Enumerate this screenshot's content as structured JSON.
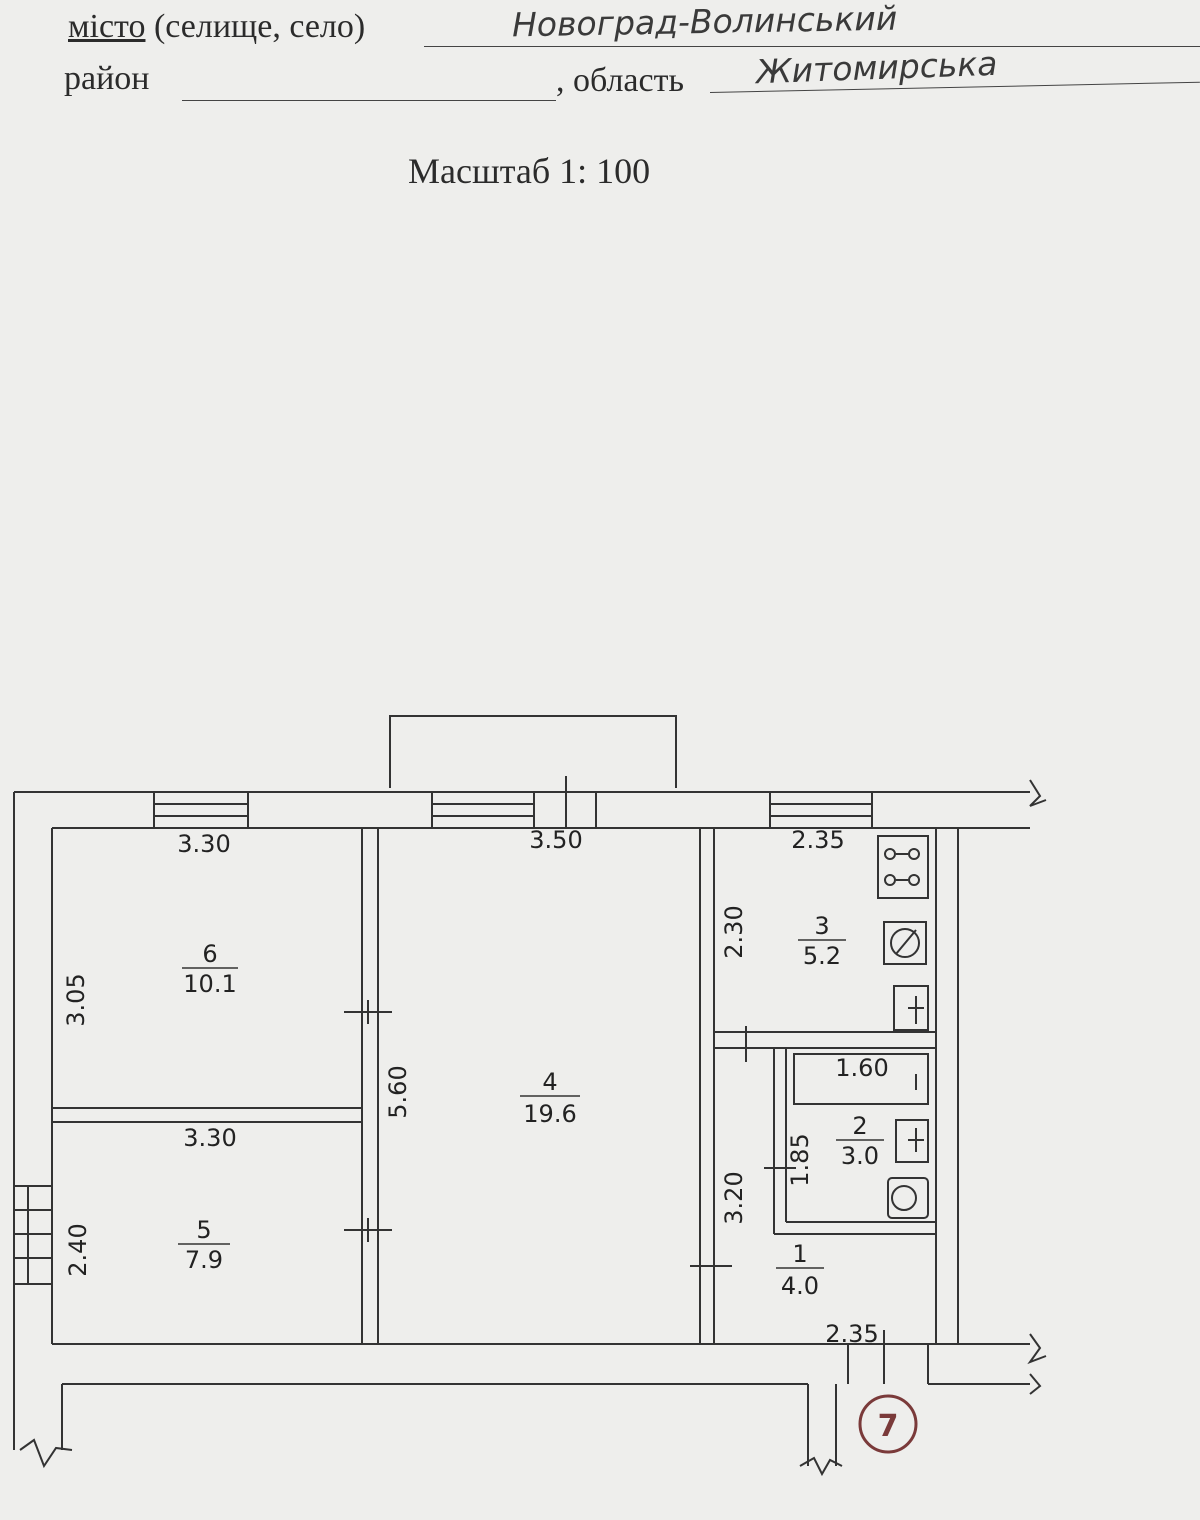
{
  "header": {
    "city_label": "місто",
    "city_label_rest": "(селище, село)",
    "city_value": "Новоград-Волинський",
    "district_label": "район",
    "region_label": ", область",
    "region_value": "Житомирська",
    "scale": "Масштаб 1: 100"
  },
  "plan": {
    "rooms": [
      {
        "id": "1",
        "area": "4.0"
      },
      {
        "id": "2",
        "area": "3.0"
      },
      {
        "id": "3",
        "area": "5.2"
      },
      {
        "id": "4",
        "area": "19.6"
      },
      {
        "id": "5",
        "area": "7.9"
      },
      {
        "id": "6",
        "area": "10.1"
      }
    ],
    "dimensions": {
      "room6_width": "3.30",
      "room6_height": "3.05",
      "room5_width": "3.30",
      "room5_height": "2.40",
      "room4_width": "3.50",
      "room4_height": "5.60",
      "room3_width": "2.35",
      "room3_height": "2.30",
      "room2_width": "1.60",
      "room2_height": "1.85",
      "room1_height": "3.20",
      "room1_width": "2.35"
    },
    "stamp_number": "7",
    "colors": {
      "line": "#333333",
      "stamp": "#7a3a3a"
    }
  }
}
